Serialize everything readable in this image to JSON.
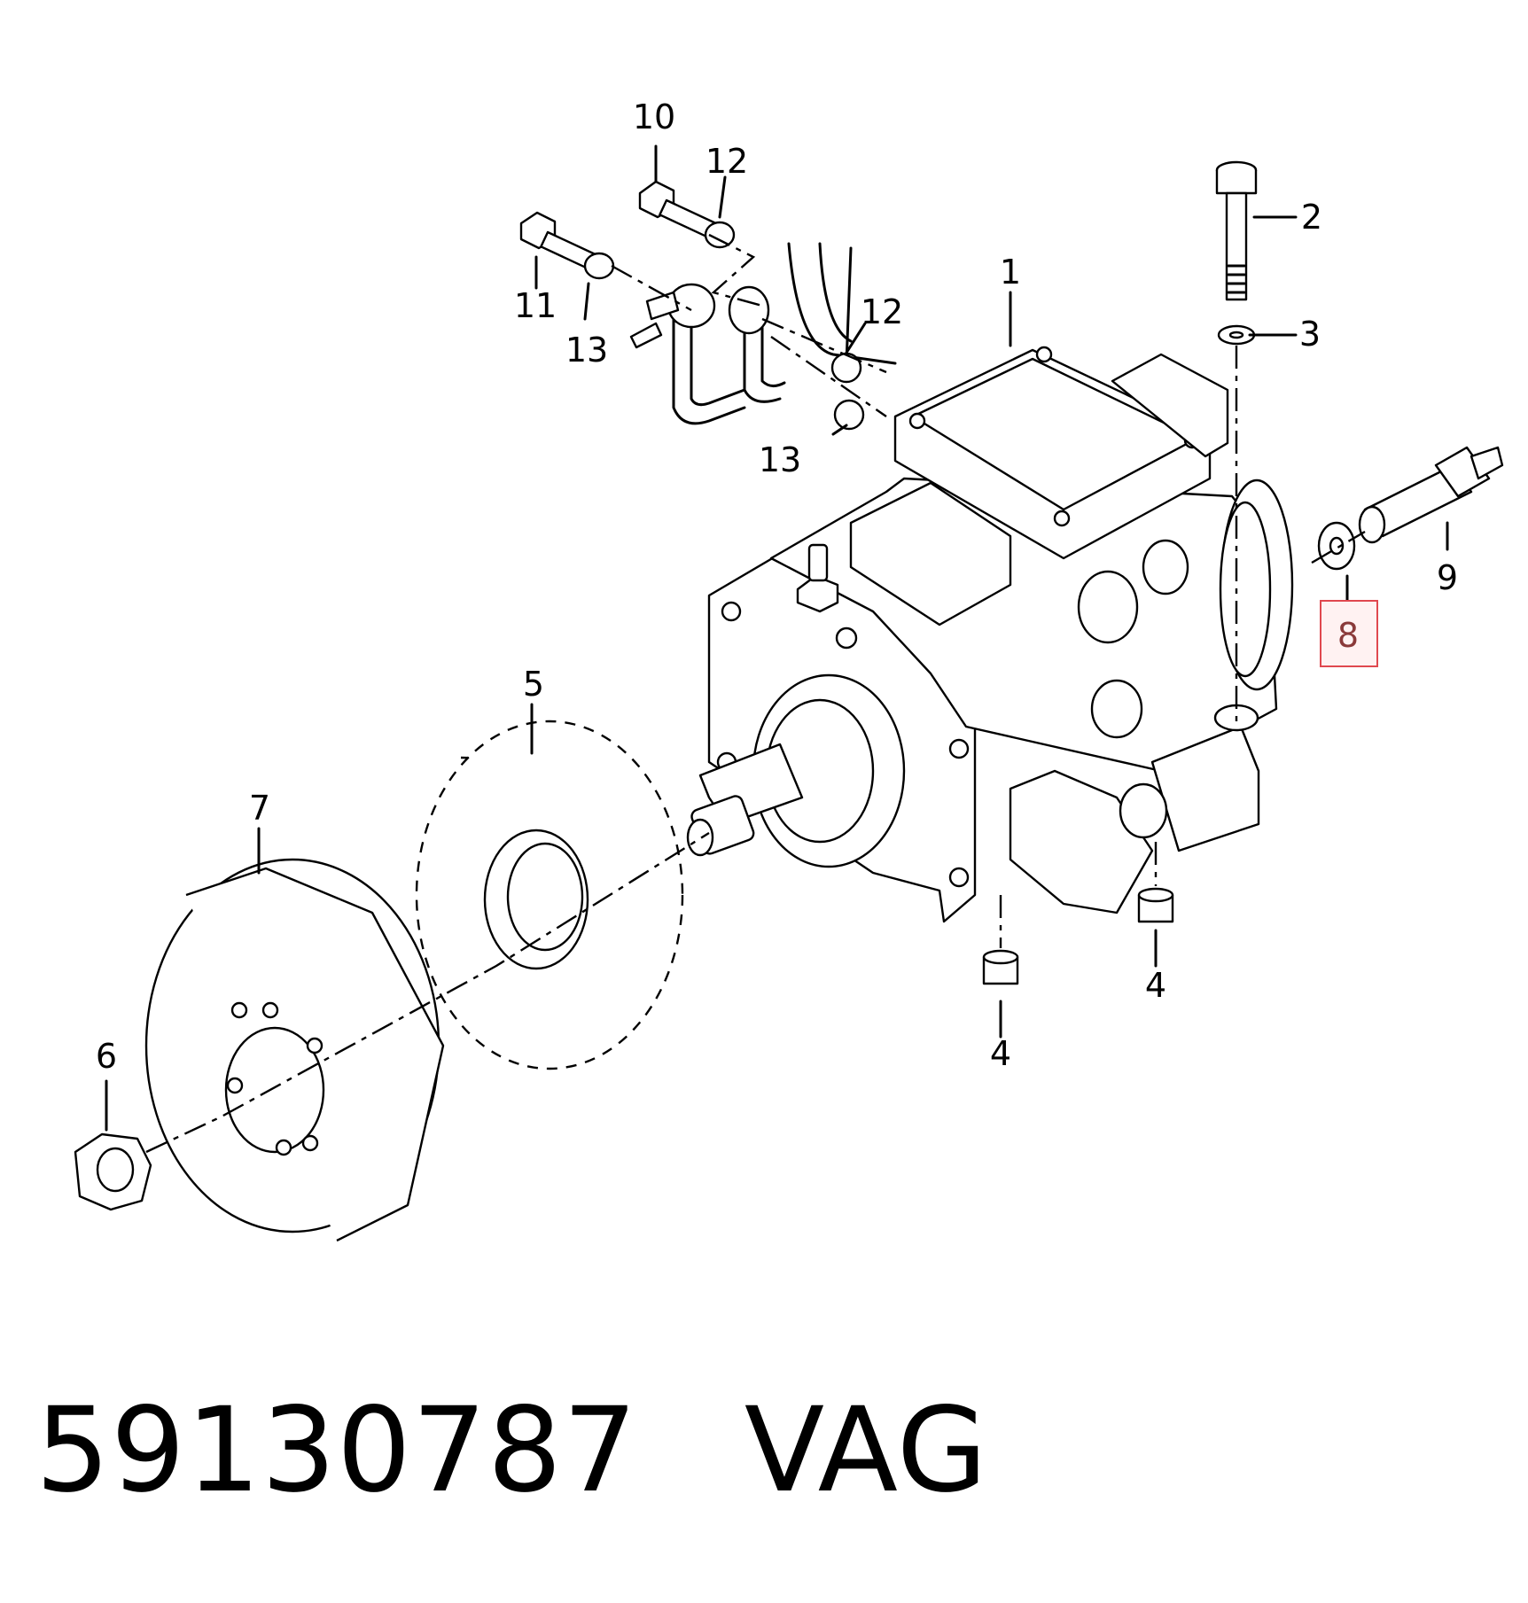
{
  "callouts": {
    "c1": "1",
    "c2": "2",
    "c3": "3",
    "c4a": "4",
    "c4b": "4",
    "c5": "5",
    "c6": "6",
    "c7": "7",
    "c8": "8",
    "c9": "9",
    "c10": "10",
    "c11": "11",
    "c12a": "12",
    "c12b": "12",
    "c13a": "13",
    "c13b": "13"
  },
  "highlight": {
    "callout": "8",
    "color": "#e0484f"
  },
  "footer": {
    "part_number": "59130787",
    "brand": "VAG"
  }
}
